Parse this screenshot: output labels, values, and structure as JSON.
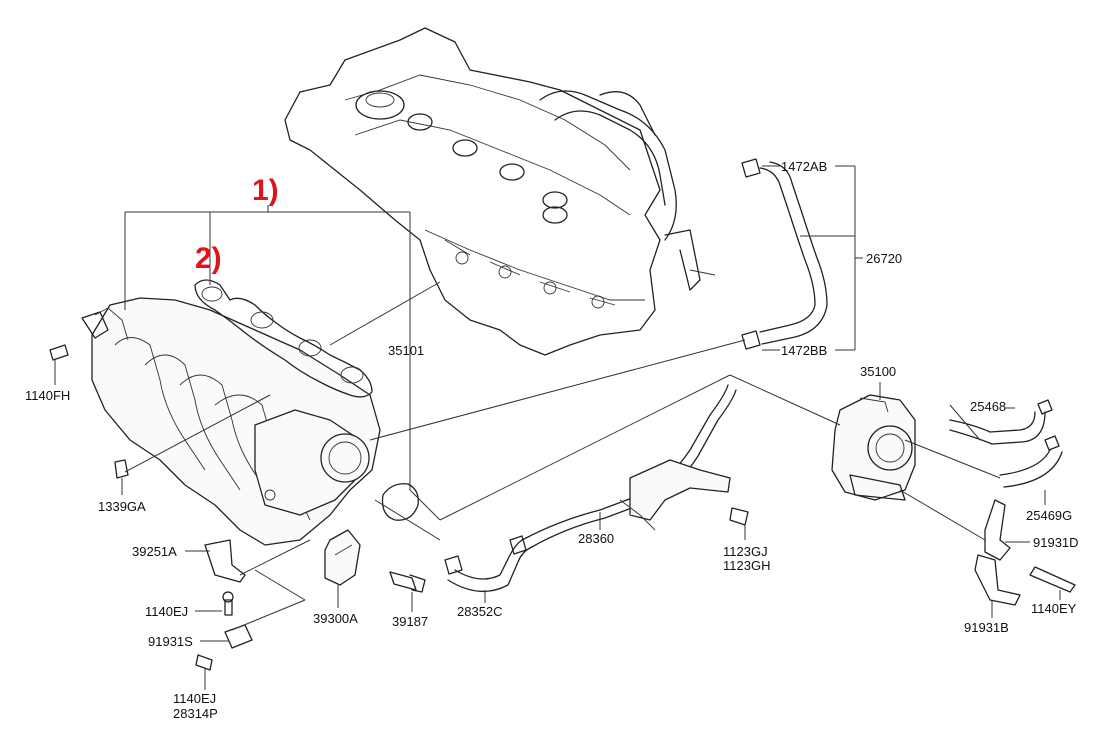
{
  "callouts": {
    "first": "1)",
    "second": "2)"
  },
  "labels": {
    "p1472AB": "1472AB",
    "p26720": "26720",
    "p1472BB": "1472BB",
    "p35101": "35101",
    "p1140FH": "1140FH",
    "p1339GA": "1339GA",
    "p39251A": "39251A",
    "p1140EJ_a": "1140EJ",
    "p91931S": "91931S",
    "p1140EJ_b": "1140EJ",
    "p28314P": "28314P",
    "p39300A": "39300A",
    "p39187": "39187",
    "p28352C": "28352C",
    "p28360": "28360",
    "p1123GJ": "1123GJ",
    "p1123GH": "1123GH",
    "p35100": "35100",
    "p25468": "25468",
    "p25469G": "25469G",
    "p91931D": "91931D",
    "p1140EY": "1140EY",
    "p91931B": "91931B"
  },
  "colors": {
    "callout": "#e0141c",
    "line": "#222222"
  }
}
